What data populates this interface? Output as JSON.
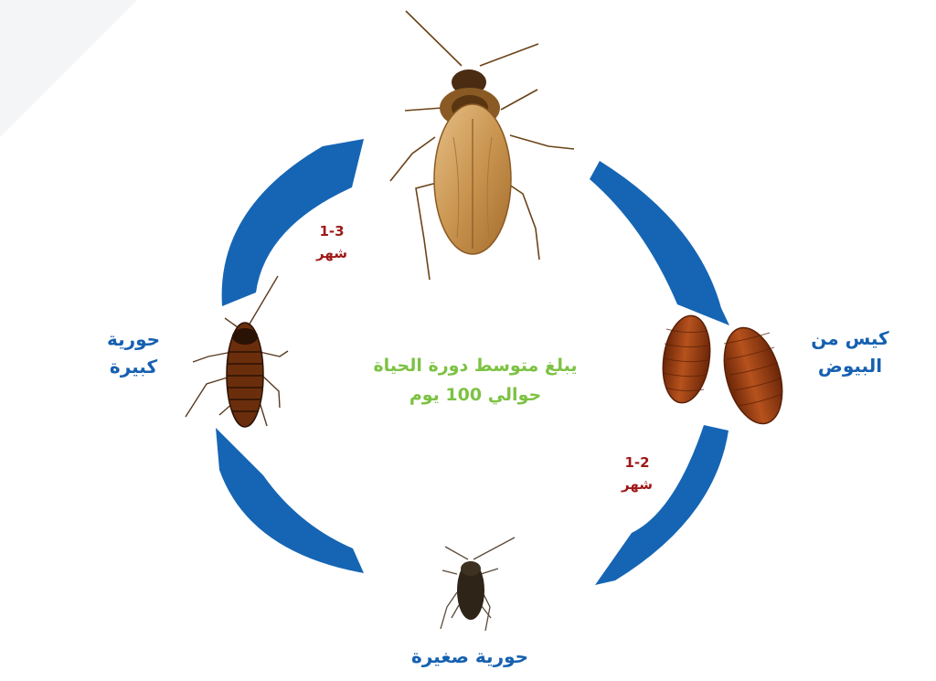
{
  "colors": {
    "arrow": "#1565b4",
    "stage_label": "#1660b0",
    "duration_label": "#a01818",
    "center_label": "#7dc243",
    "egg_case": "#8e3a12"
  },
  "center": {
    "line1": "يبلغ متوسط دورة الحياة",
    "line2": "حوالي 100 يوم"
  },
  "stages": {
    "egg_case": {
      "line1": "كيس من",
      "line2": "البيوض"
    },
    "small_nymph": {
      "label": "حورية صغيرة"
    },
    "large_nymph": {
      "line1": "حورية",
      "line2": "كبيرة"
    }
  },
  "durations": {
    "egg_to_nymph": {
      "value": "1-2",
      "unit": "شهر"
    },
    "nymph_to_adult": {
      "value": "1-3",
      "unit": "شهر"
    }
  },
  "icons": [
    "adult-cockroach-icon",
    "egg-case-icon",
    "small-nymph-icon",
    "large-nymph-icon",
    "cycle-arrow-icon"
  ]
}
